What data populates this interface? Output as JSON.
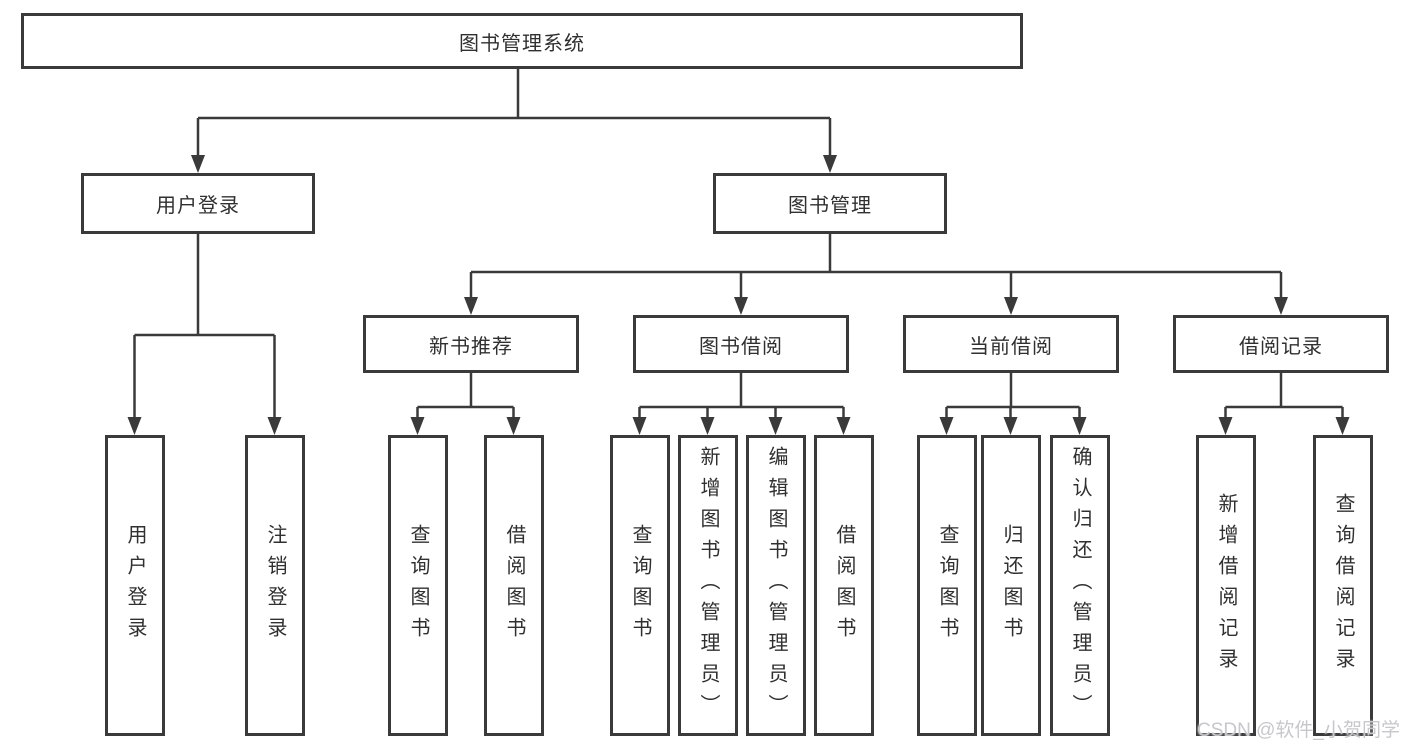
{
  "diagram": {
    "title_node": "图书管理系统",
    "level2": {
      "user_login": "用户登录",
      "book_mgmt": "图书管理"
    },
    "level3": {
      "new_book": "新书推荐",
      "book_borrow": "图书借阅",
      "current_borrow": "当前借阅",
      "borrow_record": "借阅记录"
    },
    "leaves": {
      "user_login": [
        "用户登录",
        "注销登录"
      ],
      "new_book": [
        "查询图书",
        "借阅图书"
      ],
      "book_borrow": [
        "查询图书",
        "新增图书（管理员）",
        "编辑图书（管理员）",
        "借阅图书"
      ],
      "current_borrow": [
        "查询图书",
        "归还图书",
        "确认归还（管理员）"
      ],
      "borrow_record": [
        "新增借阅记录",
        "查询借阅记录"
      ]
    },
    "colors": {
      "line": "#3a3a3a",
      "box_background": "#ffffff",
      "text": "#303030",
      "watermark": "#c7c7cc"
    },
    "watermark": "CSDN @软件_小贺同学"
  }
}
